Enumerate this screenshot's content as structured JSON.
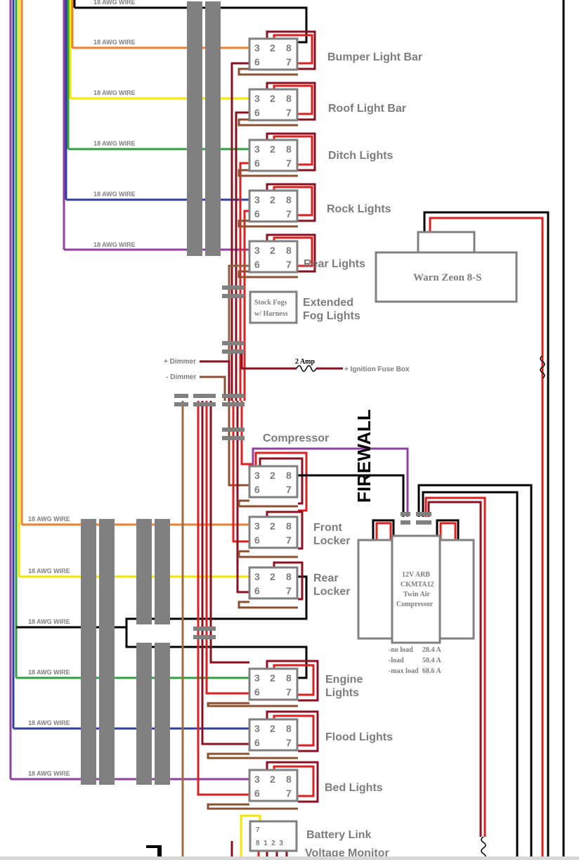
{
  "wire_labels": {
    "top": [
      "18 AWG WIRE",
      "18 AWG WIRE",
      "18 AWG WIRE",
      "18 AWG WIRE",
      "18 AWG WIRE",
      "18 AWG WIRE"
    ],
    "bottom": [
      "18 AWG WIRE",
      "18 AWG WIRE",
      "18 AWG WIRE",
      "18 AWG WIRE",
      "18 AWG WIRE",
      "18 AWG WIRE"
    ]
  },
  "relay_pins": {
    "p3": "3",
    "p2": "2",
    "p8": "8",
    "p6": "6",
    "p7": "7"
  },
  "relays_top": [
    "Bumper Light Bar",
    "Roof Light Bar",
    "Ditch Lights",
    "Rock Lights",
    "Rear Lights"
  ],
  "fog": {
    "box_line1": "Stock Fogs",
    "box_line2": "w/ Harness",
    "label_line1": "Extended",
    "label_line2": "Fog Lights"
  },
  "dimmer": {
    "plus": "+ Dimmer",
    "minus": "- Dimmer",
    "fuse_label": "2 Amp",
    "fuse_target": "+ Ignition Fuse Box"
  },
  "compressor_label": "Compressor",
  "relays_mid": [
    {
      "line1": "Front",
      "line2": "Locker"
    },
    {
      "line1": "Rear",
      "line2": "Locker"
    }
  ],
  "firewall": "FIREWALL",
  "winch": "Warn Zeon 8-S",
  "compressor_unit": {
    "lines": [
      "12V ARB",
      "CKMTA12",
      "Twin Air",
      "Compressor"
    ],
    "specs": [
      {
        "k": "-no load",
        "v": "28.4 A"
      },
      {
        "k": "-load",
        "v": "50.4 A"
      },
      {
        "k": "-max load",
        "v": "68.6 A"
      }
    ]
  },
  "relays_bottom": [
    {
      "line1": "Engine",
      "line2": "Lights"
    },
    {
      "line1": "Flood Lights",
      "line2": ""
    },
    {
      "line1": "Bed Lights",
      "line2": ""
    }
  ],
  "battery": {
    "pin_top": "7",
    "pins": "8  1  2  3",
    "label1": "Battery Link",
    "label2": "Voltage Monitor"
  },
  "colors": {
    "orange": "#f08030",
    "yellow": "#f5e600",
    "green": "#30a040",
    "blue": "#3040a0",
    "purple": "#9040a0",
    "red": "#e02020",
    "darkred": "#8b1020",
    "brown": "#8a5030",
    "black": "#000000",
    "gray": "#808080"
  }
}
